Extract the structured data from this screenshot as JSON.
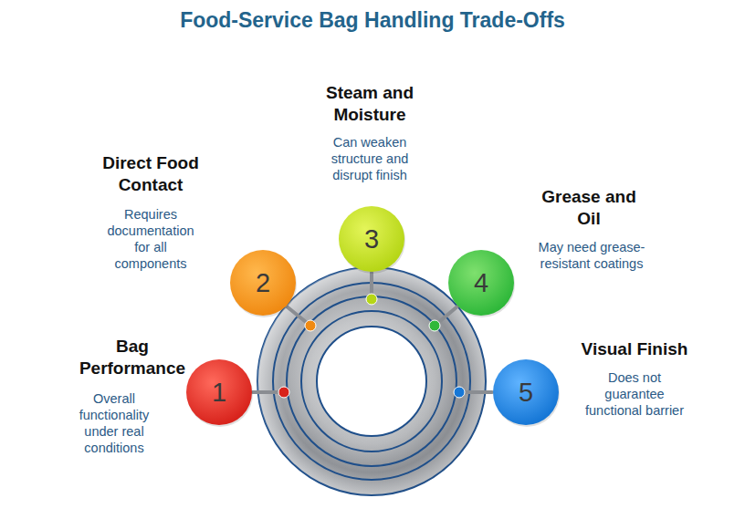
{
  "diagram": {
    "title": "Food-Service Bag Handling Trade-Offs",
    "nodes": [
      {
        "text": [
          "1",
          "Bag Performance",
          "Overall functionality under real conditions"
        ]
      },
      {
        "text": [
          "2",
          "Direct Food Contact",
          "Requires documentation for all components"
        ]
      },
      {
        "text": [
          "3",
          "Steam and Moisture",
          "Can weaken structure and disrupt finish"
        ]
      },
      {
        "text": [
          "4",
          "Grease and Oil",
          "May need grease-resistant coatings"
        ]
      },
      {
        "text": [
          "5",
          "Visual Finish",
          "Does not guarantee functional barrier"
        ]
      }
    ]
  }
}
